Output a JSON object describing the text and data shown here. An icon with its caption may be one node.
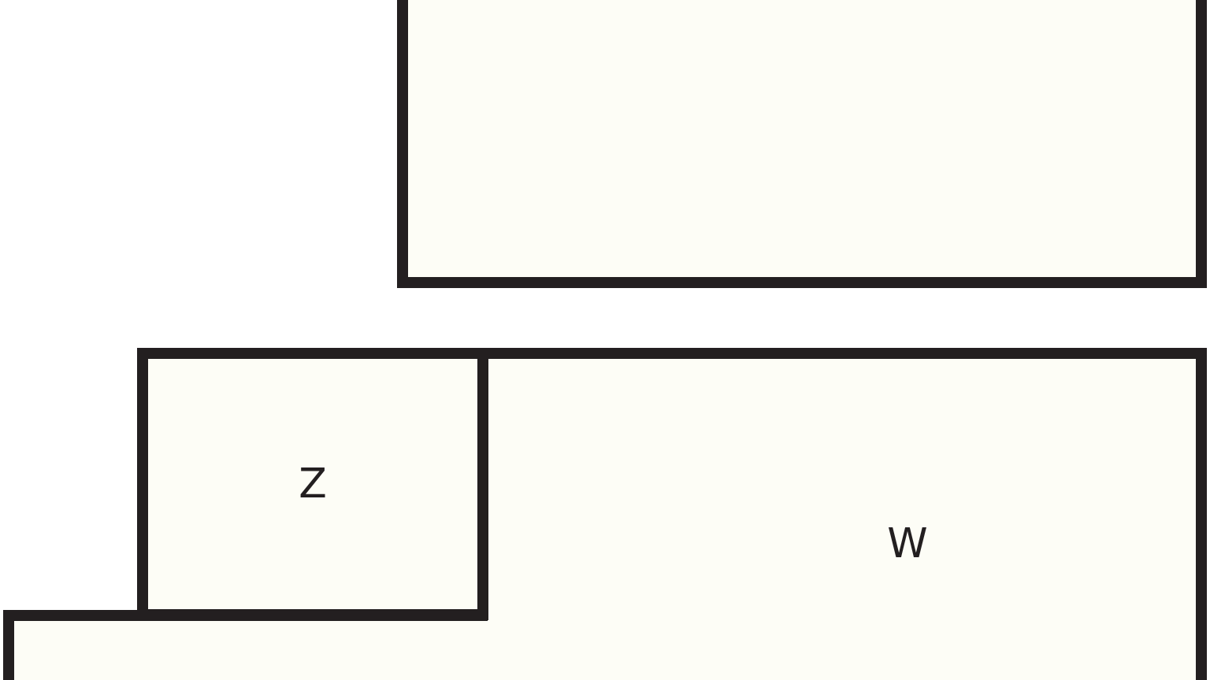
{
  "diagram": {
    "nodes": [
      {
        "text": [],
        "shape": "box"
      },
      {
        "text": [
          "W"
        ]
      },
      {
        "text": [
          "Z"
        ],
        "in": 1
      }
    ]
  }
}
